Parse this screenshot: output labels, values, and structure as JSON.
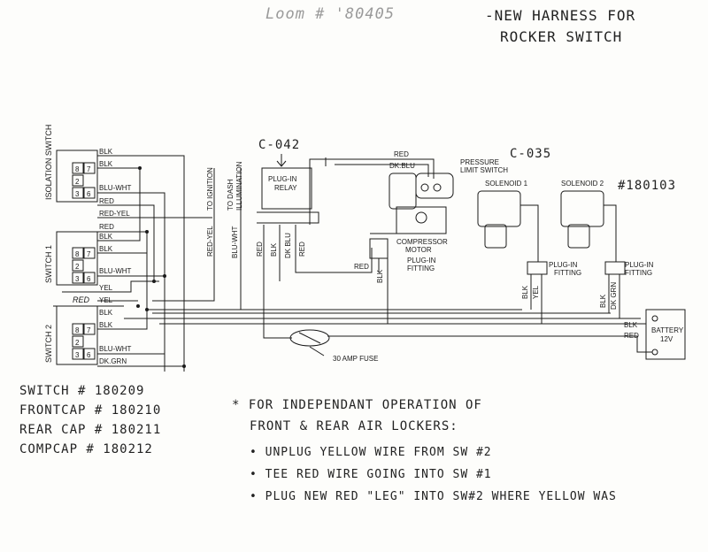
{
  "header": {
    "loom_label": "Loom # '80405",
    "title_line1": "-NEW HARNESS FOR",
    "title_line2": "ROCKER SWITCH"
  },
  "switches": {
    "isolation": "ISOLATION SWITCH",
    "switch1": "SWITCH 1",
    "switch2": "SWITCH 2",
    "pins": [
      "8",
      "7",
      "2",
      "3",
      "6"
    ]
  },
  "wires": {
    "blk": "BLK",
    "blu_wht": "BLU-WHT",
    "red": "RED",
    "red_yel": "RED-YEL",
    "yel": "YEL",
    "dk_grn": "DK.GRN",
    "dk_blu": "DK.BLU",
    "dk_blu_v": "DK BLU",
    "red_yel_v": "RED-YEL",
    "blu_wht_v": "BLU-WHT",
    "red_v": "RED",
    "blk_v": "BLK",
    "yel_v": "YEL",
    "dk_grn_v": "DK GRN",
    "red_hand": "RED",
    "yel_hand": "YEL"
  },
  "destinations": {
    "ignition": "TO IGNITION",
    "dash_line1": "TO DASH",
    "dash_line2": "ILLUMINATION"
  },
  "components": {
    "relay_line1": "PLUG-IN",
    "relay_line2": "RELAY",
    "relay_code": "C-042",
    "pressure_line1": "PRESSURE",
    "pressure_line2": "LIMIT SWITCH",
    "pressure_code": "C-035",
    "compressor_line1": "COMPRESSOR",
    "compressor_line2": "MOTOR",
    "fitting_line1": "PLUG-IN",
    "fitting_line2": "FITTING",
    "solenoid1": "SOLENOID 1",
    "solenoid2": "SOLENOID 2",
    "solenoid2_part": "#180103",
    "battery_line1": "BATTERY",
    "battery_line2": "12V",
    "fuse": "30 AMP FUSE"
  },
  "parts_list": [
    "SWITCH # 180209",
    "FRONTCAP # 180210",
    "REAR CAP # 180211",
    "COMPCAP # 180212"
  ],
  "notes": {
    "heading_line1": "* FOR INDEPENDANT OPERATION OF",
    "heading_line2": "FRONT & REAR AIR LOCKERS:",
    "bullets": [
      "• UNPLUG YELLOW WIRE FROM SW #2",
      "• TEE RED WIRE GOING INTO SW #1",
      "• PLUG NEW RED \"LEG\" INTO SW#2  WHERE YELLOW WAS"
    ]
  }
}
